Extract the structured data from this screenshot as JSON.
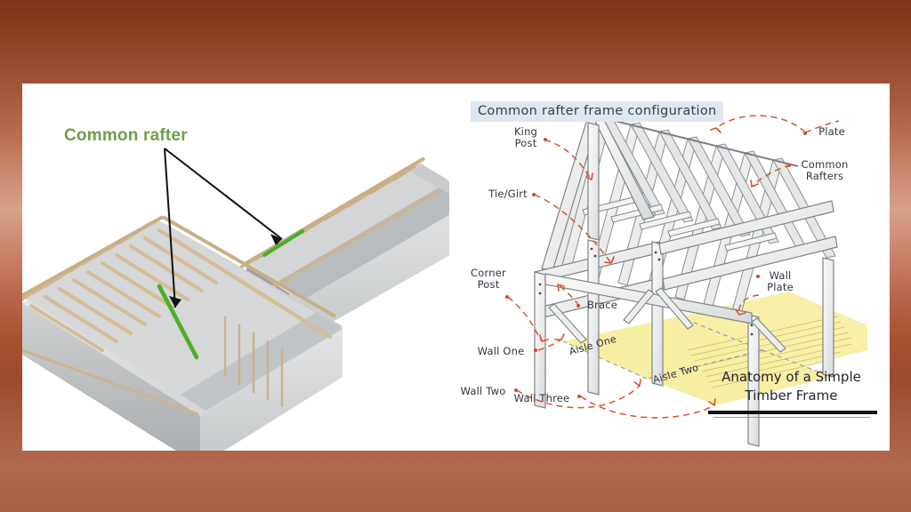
{
  "slide": {
    "background_top_color": "#7e3415",
    "background_mid_color": "#d7a288",
    "background_bottom_color": "#a95f44",
    "panel_color": "#ffffff"
  },
  "left_figure": {
    "name": "hip-roof-framing-3d",
    "label": "Common rafter",
    "label_color": "#6f9e4b",
    "highlight_member_color": "#4caf28",
    "timber_color": "#d8bf94",
    "sheathing_color": "#d9dadb",
    "pointer_count": 2
  },
  "right_figure": {
    "name": "timber-frame-sketch",
    "title": "Common rafter frame configuration",
    "title_highlight_color": "#dfe7f0",
    "annotation_color": "#d84a24",
    "floor_color": "#f6eda0",
    "annotations": [
      {
        "id": "king-post",
        "text": "King\nPost"
      },
      {
        "id": "plate",
        "text": "Plate"
      },
      {
        "id": "common-rafters",
        "text": "Common\nRafters"
      },
      {
        "id": "tie-girt",
        "text": "Tie/Girt"
      },
      {
        "id": "corner-post",
        "text": "Corner\nPost"
      },
      {
        "id": "brace",
        "text": "Brace"
      },
      {
        "id": "wall-plate",
        "text": "Wall\nPlate"
      },
      {
        "id": "wall-one",
        "text": "Wall One"
      },
      {
        "id": "wall-two",
        "text": "Wall Two"
      },
      {
        "id": "wall-three",
        "text": "Wall Three"
      }
    ],
    "floor_labels": [
      {
        "id": "aisle-one",
        "text": "Aisle One"
      },
      {
        "id": "aisle-two",
        "text": "Aisle Two"
      }
    ],
    "caption_line_1": "Anatomy of a Simple",
    "caption_line_2": "Timber Frame"
  }
}
